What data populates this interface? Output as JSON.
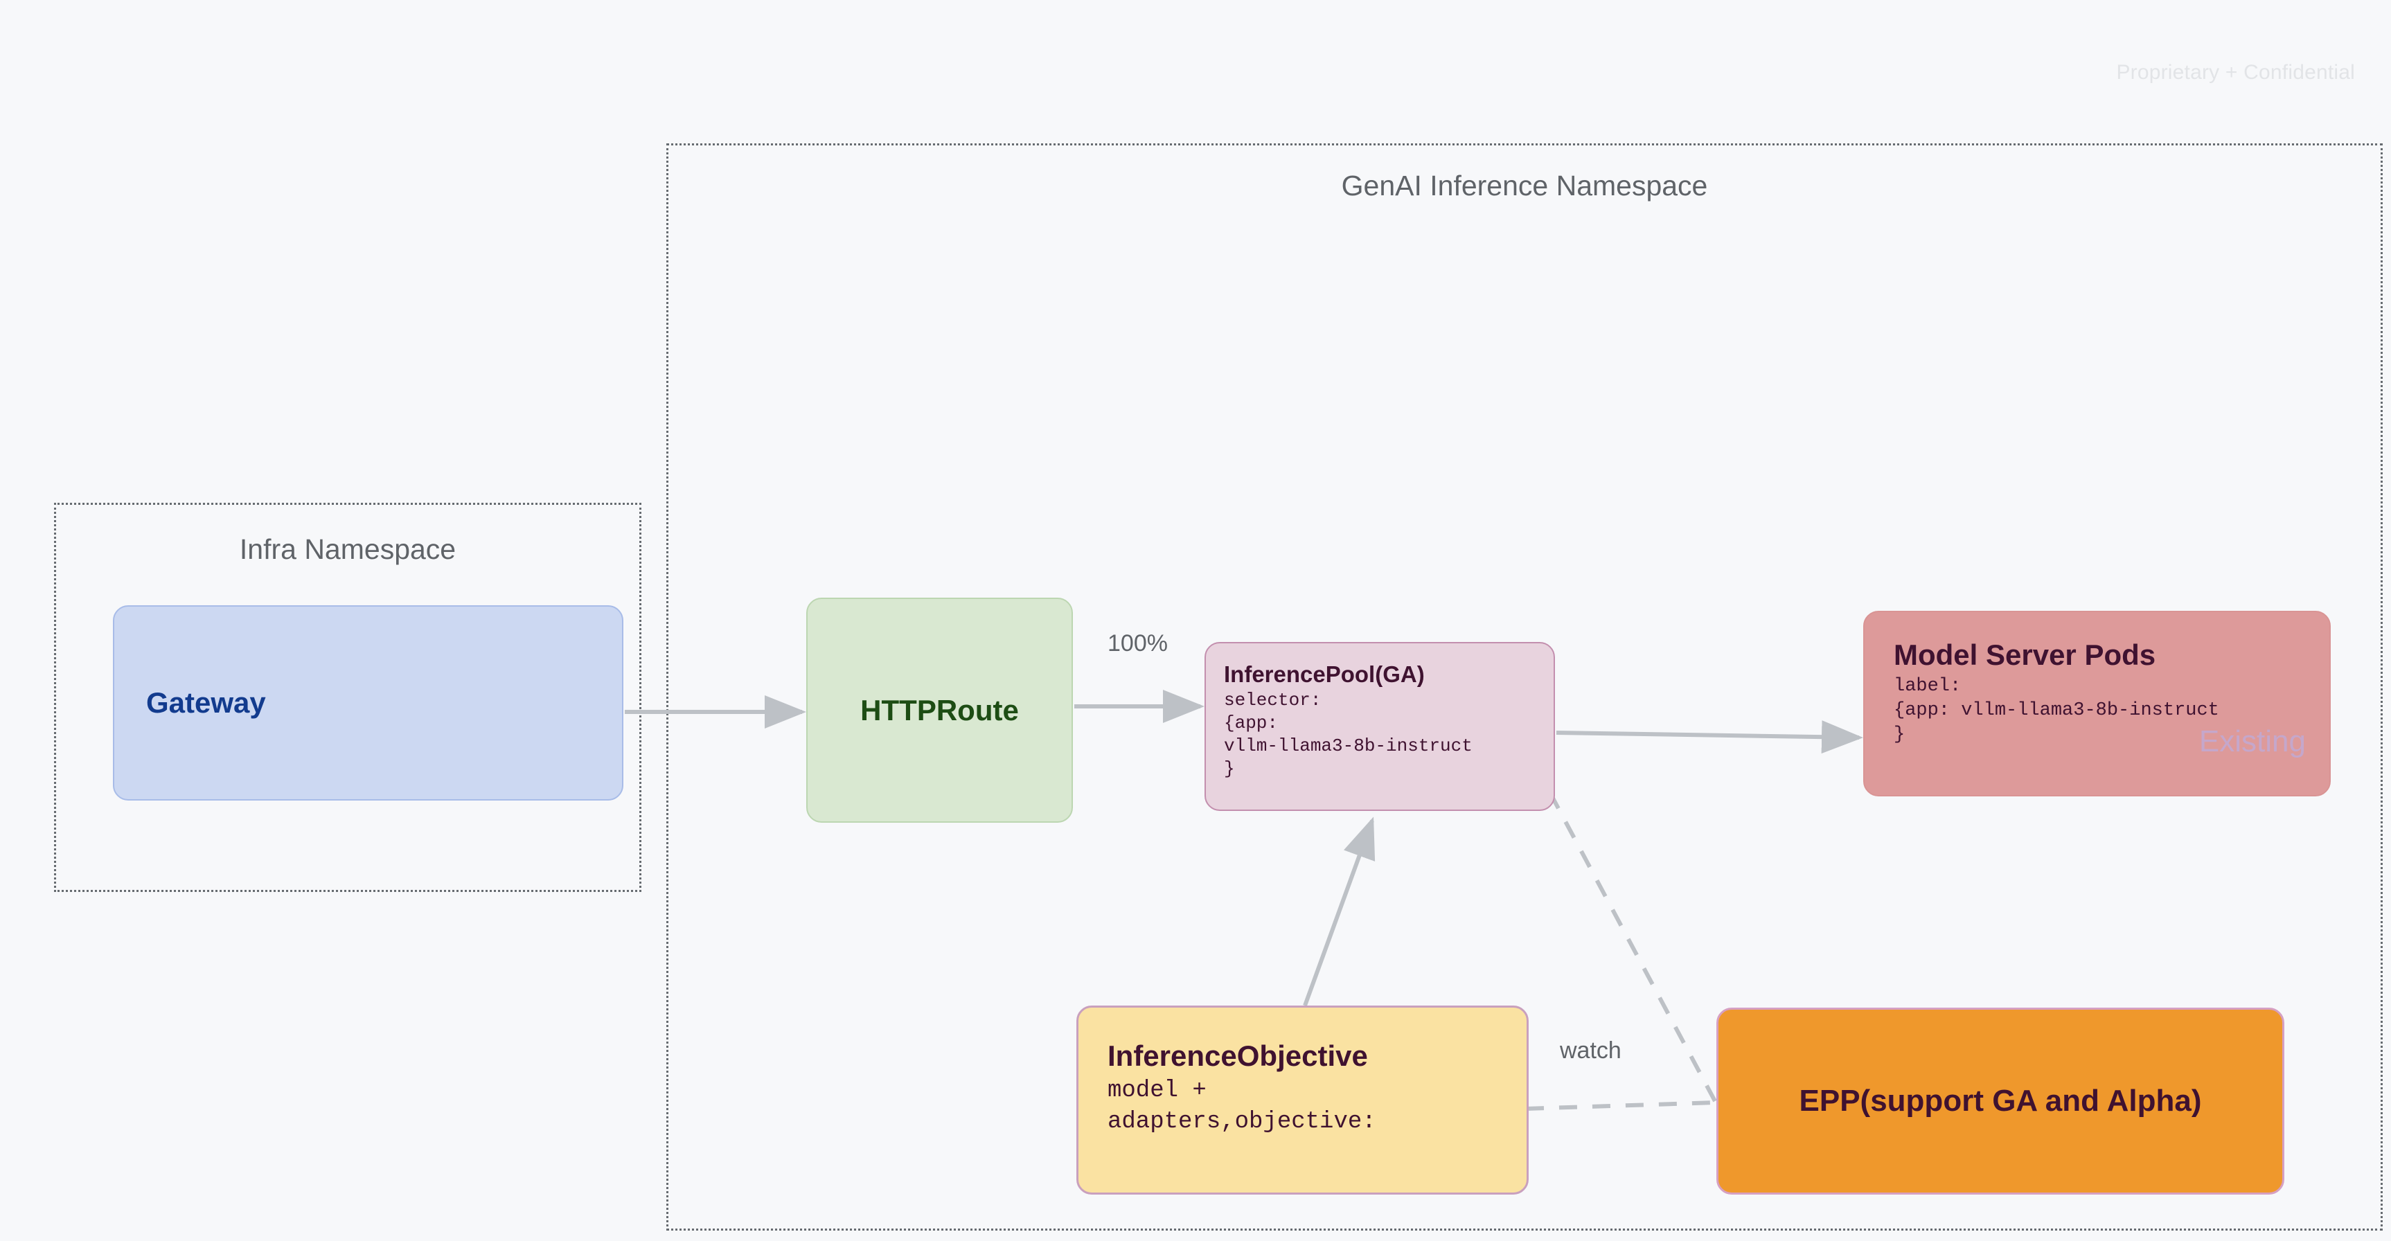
{
  "watermark": "Proprietary + Confidential",
  "namespaces": [
    {
      "id": "infra",
      "title": "Infra Namespace"
    },
    {
      "id": "genai",
      "title": "GenAI Inference Namespace"
    }
  ],
  "nodes": {
    "gateway": {
      "title": "Gateway",
      "fill": "#ccd8f2",
      "text_color": "#123b8e"
    },
    "httproute": {
      "title": "HTTPRoute",
      "fill": "#d9e8d1",
      "text_color": "#1d4d14"
    },
    "inferencepool": {
      "title": "InferencePool(GA)",
      "details": "selector:\n{app:\nvllm-llama3-8b-instruct\n}",
      "fill": "#e8d3de",
      "text_color": "#3f1230"
    },
    "modelserver": {
      "title": "Model Server Pods",
      "details": "label:\n{app: vllm-llama3-8b-instruct\n}",
      "badge": "Existing",
      "fill": "#dd9a9a",
      "text_color": "#3f1230",
      "badge_color": "#c5a7cb"
    },
    "inferenceobjective": {
      "title": "InferenceObjective",
      "details": "model +\nadapters,objective:",
      "fill": "#fae2a2",
      "text_color": "#3f1230"
    },
    "epp": {
      "title": "EPP(support GA and Alpha)",
      "fill": "#ef982c",
      "text_color": "#3f1230"
    }
  },
  "edges": {
    "gateway_to_httproute": {
      "label": ""
    },
    "httproute_to_inferencepool": {
      "label": "100%"
    },
    "inferencepool_to_modelserver": {
      "label": ""
    },
    "inferenceobjective_to_inferencepool": {
      "label": ""
    },
    "inferencepool_to_epp": {
      "label": ""
    },
    "inferenceobjective_to_epp": {
      "label": "watch"
    }
  },
  "edge_color": "#bdc1c6"
}
